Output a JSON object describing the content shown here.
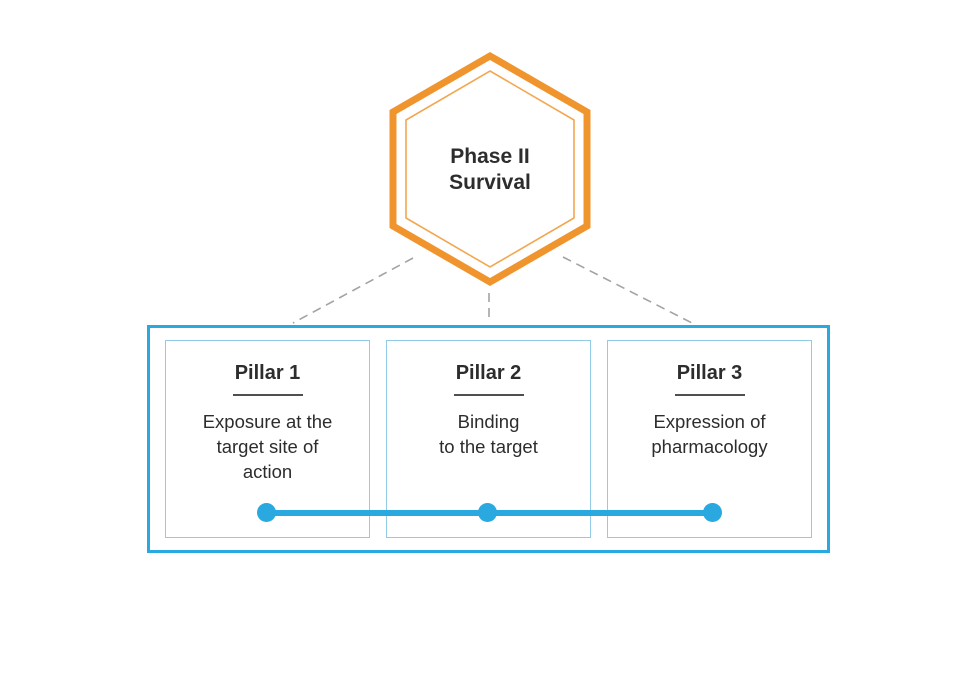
{
  "colors": {
    "orange": "#F0942D",
    "orange-inner": "#F2A751",
    "blue": "#29A9E0",
    "blue-light": "#92CBE6",
    "dash-gray": "#A3A3A3",
    "text-dark": "#2D2D2D",
    "underline-gray": "#4F4F4F",
    "bg": "#FFFFFF"
  },
  "hexagon": {
    "title": "Phase II\nSurvival"
  },
  "pillars": {
    "items": [
      {
        "title": "Pillar 1",
        "description": "Exposure at the\ntarget site of\naction"
      },
      {
        "title": "Pillar 2",
        "description": "Binding\nto the target"
      },
      {
        "title": "Pillar 3",
        "description": "Expression of\npharmacology"
      }
    ]
  }
}
